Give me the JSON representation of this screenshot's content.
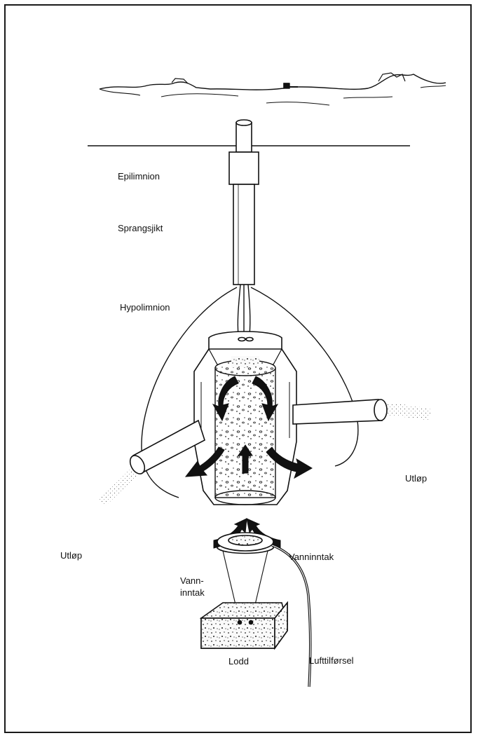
{
  "labels": {
    "epilimnion": "Epilimnion",
    "sprangsjikt": "Sprangsjikt",
    "hypolimnion": "Hypolimnion",
    "utlop_right": "Utløp",
    "utlop_left": "Utløp",
    "vanninntak_right": "Vanninntak",
    "vanninntak_left_line1": "Vann-",
    "vanninntak_left_line2": "inntak",
    "lodd": "Lodd",
    "lufttilforsel": "Lufttilførsel"
  }
}
